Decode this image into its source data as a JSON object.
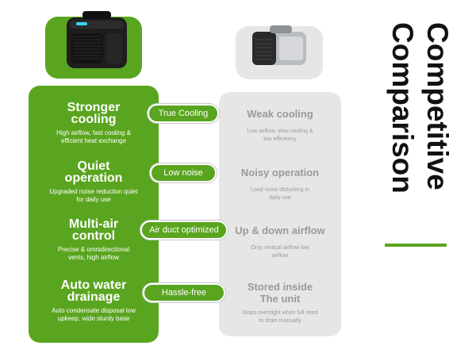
{
  "heading": {
    "line1": "Competitive",
    "line2": "Comparison"
  },
  "colors": {
    "accent_green": "#5aa51f",
    "panel_grey": "#e6e6e6",
    "muted_text": "#9a9a9a",
    "heading_text": "#111111"
  },
  "ours": {
    "features": [
      {
        "title": "Stronger cooling",
        "desc": "High airflow, fast cooling & efficient heat exchange"
      },
      {
        "title": "Quiet operation",
        "desc": "Upgraded noise reduction quiet for daily use"
      },
      {
        "title": "Multi-air control",
        "desc": "Precise & omnidirectional vents, high airflow"
      },
      {
        "title": "Auto water drainage",
        "desc": "Auto condensate disposal low upkeep, wide sturdy base"
      }
    ]
  },
  "badges": [
    "True Cooling",
    "Low noise",
    "Air duct optimized",
    "Hassle-free"
  ],
  "theirs": {
    "features": [
      {
        "title": "Weak cooling",
        "desc": "Low airflow, slow cooling & low efficiency"
      },
      {
        "title": "Noisy operation",
        "desc": "Loud noise disturbing in daily use"
      },
      {
        "title": "Up & down airflow",
        "desc": "Only vertical airflow low airflow"
      },
      {
        "title": "Stored inside The unit",
        "desc": "Stops overnight when full need to drain manually"
      }
    ]
  }
}
